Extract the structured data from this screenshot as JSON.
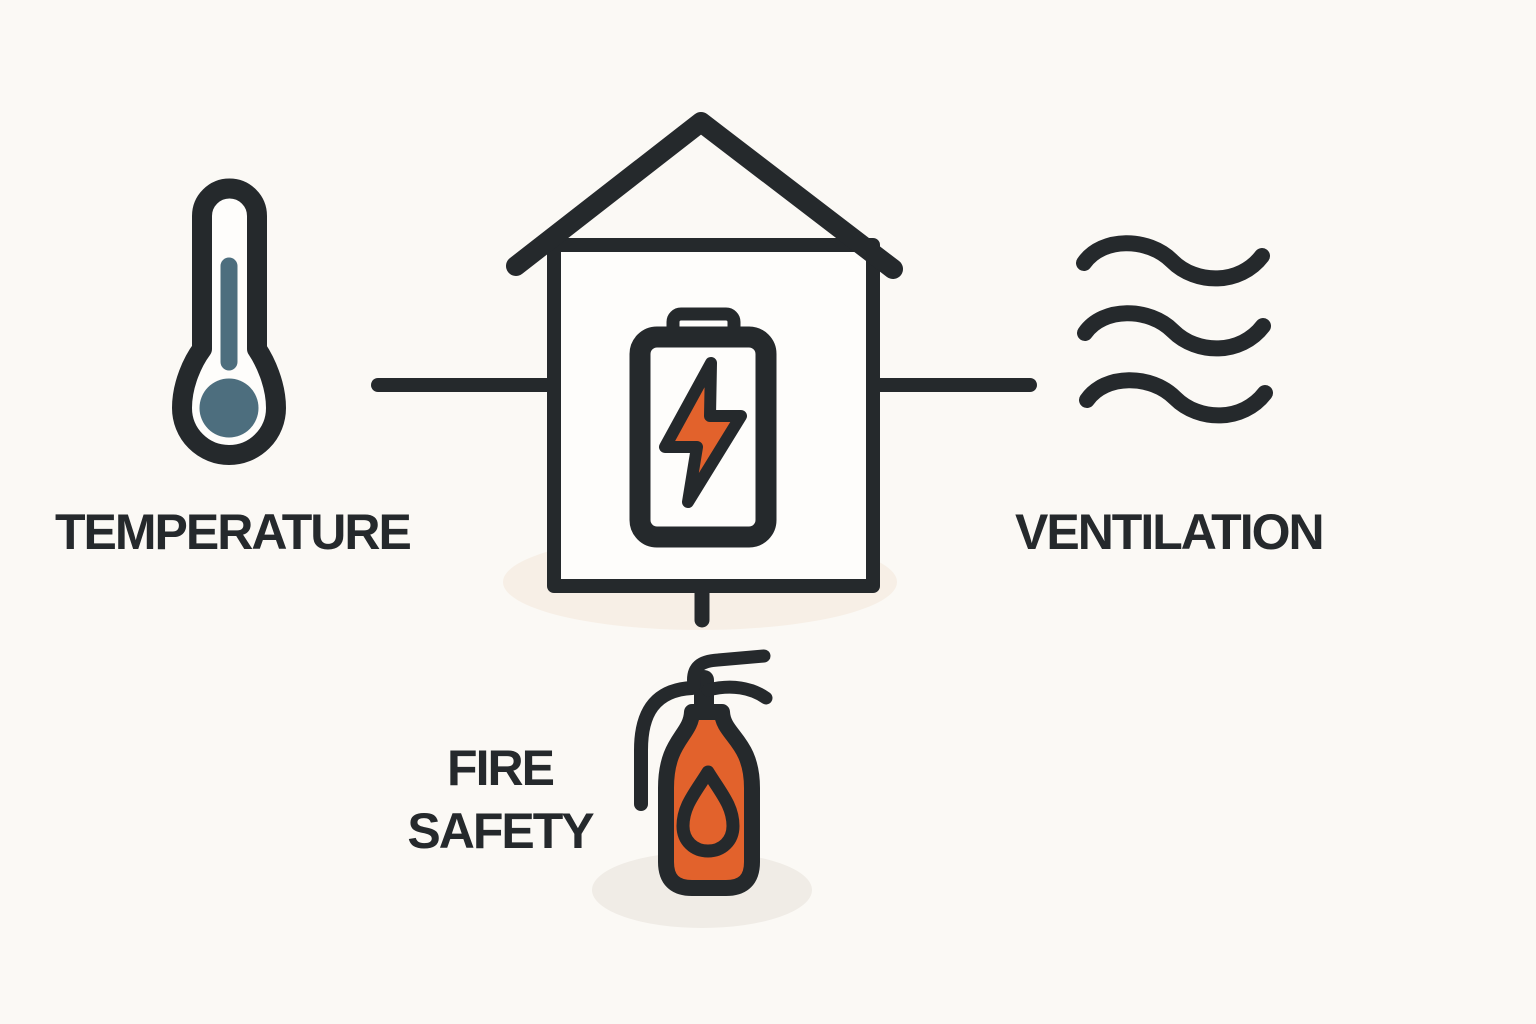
{
  "diagram": {
    "title_hint": "battery-storage-safety-diagram",
    "center_node": {
      "icon": "house-with-charging-battery",
      "parts": [
        "house-outline",
        "roof",
        "battery",
        "lightning-bolt"
      ]
    },
    "nodes": {
      "temperature": {
        "label": "TEMPERATURE",
        "icon": "thermometer"
      },
      "ventilation": {
        "label": "VENTILATION",
        "icon": "air-waves"
      },
      "fire_safety": {
        "label_line1": "FIRE",
        "label_line2": "SAFETY",
        "icon": "fire-extinguisher"
      }
    },
    "connectors": [
      "left-line",
      "right-line",
      "down-line"
    ]
  },
  "colors": {
    "bg": "#fbf9f5",
    "fill_white": "#fefdfb",
    "dark": "#25292c",
    "orange": "#e2622c",
    "blue": "#4d6e7e",
    "shadow_house": "#f7efe6",
    "shadow_extinguisher": "#f0ece6"
  }
}
